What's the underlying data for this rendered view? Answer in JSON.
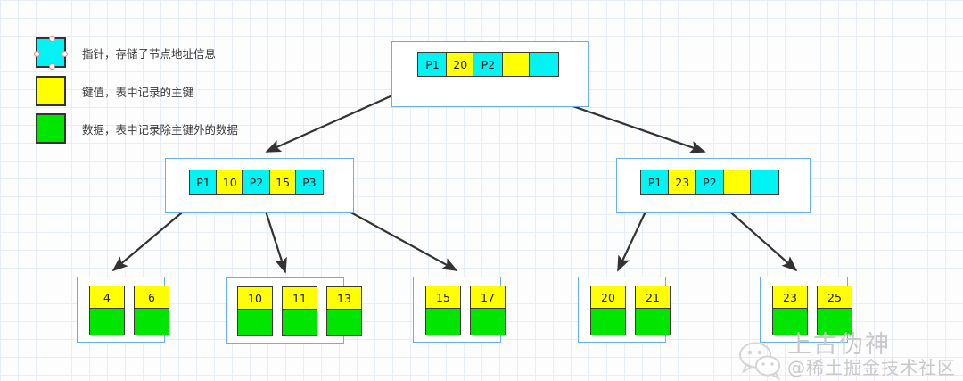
{
  "diagram": {
    "title": "B+ Tree index structure diagram",
    "colors": {
      "pointer": "#00F4F4",
      "key": "#FFFF00",
      "data": "#00E600",
      "node_border": "#69AEF2",
      "cell_border": "#3B3B30",
      "arrow": "#333333",
      "grid": "#E8EEF6",
      "watermark": "#C9C9C9"
    },
    "legend": [
      {
        "swatch": "pointer",
        "color": "#00F4F4",
        "label": "指针，存储子节点地址信息",
        "selected": true
      },
      {
        "swatch": "key",
        "color": "#FFFF00",
        "label": "键值，表中记录的主键",
        "selected": false
      },
      {
        "swatch": "data",
        "color": "#00E600",
        "label": "数据，表中记录除主键外的数据",
        "selected": false
      }
    ],
    "root": {
      "name": "root-node",
      "cells": [
        {
          "type": "pointer",
          "label": "P1"
        },
        {
          "type": "key",
          "label": "20"
        },
        {
          "type": "pointer",
          "label": "P2"
        },
        {
          "type": "key",
          "label": ""
        },
        {
          "type": "pointer",
          "label": ""
        }
      ]
    },
    "internal_nodes": [
      {
        "name": "internal-node-left",
        "cells": [
          {
            "type": "pointer",
            "label": "P1"
          },
          {
            "type": "key",
            "label": "10"
          },
          {
            "type": "pointer",
            "label": "P2"
          },
          {
            "type": "key",
            "label": "15"
          },
          {
            "type": "pointer",
            "label": "P3"
          }
        ]
      },
      {
        "name": "internal-node-right",
        "cells": [
          {
            "type": "pointer",
            "label": "P1"
          },
          {
            "type": "key",
            "label": "23"
          },
          {
            "type": "pointer",
            "label": "P2"
          },
          {
            "type": "key",
            "label": ""
          },
          {
            "type": "pointer",
            "label": ""
          }
        ]
      }
    ],
    "leaf_nodes": [
      {
        "name": "leaf-node-1",
        "keys": [
          "4",
          "6"
        ]
      },
      {
        "name": "leaf-node-2",
        "keys": [
          "10",
          "11",
          "13"
        ]
      },
      {
        "name": "leaf-node-3",
        "keys": [
          "15",
          "17"
        ]
      },
      {
        "name": "leaf-node-4",
        "keys": [
          "20",
          "21"
        ]
      },
      {
        "name": "leaf-node-5",
        "keys": [
          "23",
          "25"
        ]
      }
    ],
    "watermark": {
      "main": "上古伪神",
      "sub": "@稀土掘金技术社区"
    }
  }
}
